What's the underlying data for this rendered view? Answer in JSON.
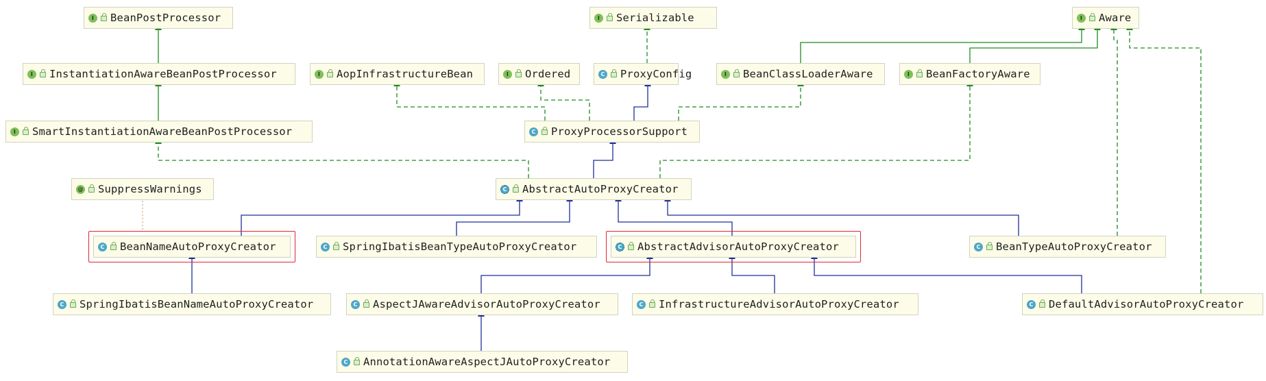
{
  "nodes": [
    {
      "id": "bpp",
      "kind": "interface",
      "name": "BeanPostProcessor"
    },
    {
      "id": "iabpp",
      "kind": "interface",
      "name": "InstantiationAwareBeanPostProcessor"
    },
    {
      "id": "siabpp",
      "kind": "interface",
      "name": "SmartInstantiationAwareBeanPostProcessor"
    },
    {
      "id": "serializable",
      "kind": "interface",
      "name": "Serializable"
    },
    {
      "id": "aware",
      "kind": "interface",
      "name": "Aware"
    },
    {
      "id": "aib",
      "kind": "interface",
      "name": "AopInfrastructureBean"
    },
    {
      "id": "ordered",
      "kind": "interface",
      "name": "Ordered"
    },
    {
      "id": "proxyconfig",
      "kind": "class",
      "name": "ProxyConfig"
    },
    {
      "id": "bcla",
      "kind": "interface",
      "name": "BeanClassLoaderAware"
    },
    {
      "id": "bfa",
      "kind": "interface",
      "name": "BeanFactoryAware"
    },
    {
      "id": "pps",
      "kind": "class",
      "name": "ProxyProcessorSupport"
    },
    {
      "id": "suppress",
      "kind": "annotation",
      "name": "SuppressWarnings"
    },
    {
      "id": "aapc",
      "kind": "abstract",
      "name": "AbstractAutoProxyCreator"
    },
    {
      "id": "bnapc",
      "kind": "class",
      "name": "BeanNameAutoProxyCreator",
      "highlight": true
    },
    {
      "id": "sibtapc",
      "kind": "class",
      "name": "SpringIbatisBeanTypeAutoProxyCreator"
    },
    {
      "id": "aaapc",
      "kind": "abstract",
      "name": "AbstractAdvisorAutoProxyCreator",
      "highlight": true
    },
    {
      "id": "btapc",
      "kind": "class",
      "name": "BeanTypeAutoProxyCreator"
    },
    {
      "id": "sibnapc",
      "kind": "class",
      "name": "SpringIbatisBeanNameAutoProxyCreator"
    },
    {
      "id": "ajaapc",
      "kind": "class",
      "name": "AspectJAwareAdvisorAutoProxyCreator"
    },
    {
      "id": "infapc",
      "kind": "class",
      "name": "InfrastructureAdvisorAutoProxyCreator"
    },
    {
      "id": "dapc",
      "kind": "class",
      "name": "DefaultAdvisorAutoProxyCreator"
    },
    {
      "id": "aaajapc",
      "kind": "class",
      "name": "AnnotationAwareAspectJAutoProxyCreator"
    }
  ],
  "edges": [
    {
      "from": "iabpp",
      "to": "bpp",
      "type": "interface-extends"
    },
    {
      "from": "siabpp",
      "to": "iabpp",
      "type": "interface-extends"
    },
    {
      "from": "proxyconfig",
      "to": "serializable",
      "type": "implements"
    },
    {
      "from": "bcla",
      "to": "aware",
      "type": "interface-extends"
    },
    {
      "from": "bfa",
      "to": "aware",
      "type": "interface-extends"
    },
    {
      "from": "pps",
      "to": "aib",
      "type": "implements"
    },
    {
      "from": "pps",
      "to": "ordered",
      "type": "implements"
    },
    {
      "from": "pps",
      "to": "proxyconfig",
      "type": "extends"
    },
    {
      "from": "pps",
      "to": "bcla",
      "type": "implements"
    },
    {
      "from": "aapc",
      "to": "siabpp",
      "type": "implements"
    },
    {
      "from": "aapc",
      "to": "pps",
      "type": "extends"
    },
    {
      "from": "aapc",
      "to": "bfa",
      "type": "implements"
    },
    {
      "from": "bnapc",
      "to": "aapc",
      "type": "extends"
    },
    {
      "from": "sibtapc",
      "to": "aapc",
      "type": "extends"
    },
    {
      "from": "aaapc",
      "to": "aapc",
      "type": "extends"
    },
    {
      "from": "btapc",
      "to": "aapc",
      "type": "extends"
    },
    {
      "from": "btapc",
      "to": "aware",
      "type": "implements"
    },
    {
      "from": "dapc",
      "to": "aware",
      "type": "implements"
    },
    {
      "from": "suppress",
      "to": "bnapc",
      "type": "annotates"
    },
    {
      "from": "sibnapc",
      "to": "bnapc",
      "type": "extends"
    },
    {
      "from": "ajaapc",
      "to": "aaapc",
      "type": "extends"
    },
    {
      "from": "infapc",
      "to": "aaapc",
      "type": "extends"
    },
    {
      "from": "dapc",
      "to": "aaapc",
      "type": "extends"
    },
    {
      "from": "aaajapc",
      "to": "ajaapc",
      "type": "extends"
    }
  ],
  "colors": {
    "extends": "#1f2e99",
    "implements": "#1f8a1f",
    "annotates": "#d9a88a",
    "highlight": "#e0262e"
  }
}
